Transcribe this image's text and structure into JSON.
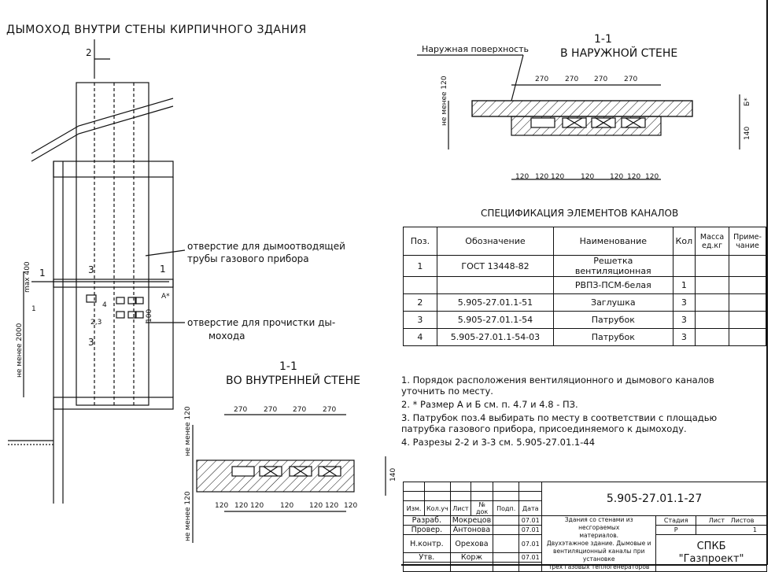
{
  "title": "ДЫМОХОД ВНУТРИ СТЕНЫ КИРПИЧНОГО ЗДАНИЯ",
  "elevation": {
    "section_mark_2": "2",
    "section_mark_1": "1",
    "section_mark_3": "3",
    "pos_4": "4",
    "pos_23": "2,3",
    "dim_max400": "max 400",
    "dim_min2000": "не менее 2000",
    "dim_a": "А*",
    "dim_100": "100",
    "label_flue_hole_1": "отверстие для дымоотводящей",
    "label_flue_hole_2": "трубы газового прибора",
    "label_clean_hole_1": "отверстие для прочистки ды-",
    "label_clean_hole_2": "мохода"
  },
  "section_outer": {
    "mark": "1-1",
    "title": "В НАРУЖНОЙ СТЕНЕ",
    "outer_surface": "Наружная поверхность",
    "dims_top": [
      "270",
      "270",
      "270",
      "270"
    ],
    "dims_bottom": [
      "120",
      "120",
      "120",
      "120",
      "120",
      "120",
      "120"
    ],
    "min120": "не менее 120",
    "dim_b": "Б*",
    "dim_140": "140"
  },
  "section_inner": {
    "mark": "1-1",
    "title": "ВО ВНУТРЕННЕЙ СТЕНЕ",
    "dims_top": [
      "270",
      "270",
      "270",
      "270"
    ],
    "dims_bottom": [
      "120",
      "120",
      "120",
      "120",
      "120",
      "120",
      "120"
    ],
    "min120_top": "не менее 120",
    "min120_bottom": "не менее 120",
    "dim_140": "140"
  },
  "spec": {
    "title": "СПЕЦИФИКАЦИЯ ЭЛЕМЕНТОВ КАНАЛОВ",
    "headers": [
      "Поз.",
      "Обозначение",
      "Наименование",
      "Кол",
      "Масса ед.кг",
      "Приме-чание"
    ],
    "rows": [
      [
        "1",
        "ГОСТ 13448-82",
        "Решетка вентиляционная",
        "",
        "",
        ""
      ],
      [
        "",
        "",
        "РВПЗ-ПСМ-белая",
        "1",
        "",
        ""
      ],
      [
        "2",
        "5.905-27.01.1-51",
        "Заглушка",
        "3",
        "",
        ""
      ],
      [
        "3",
        "5.905-27.01.1-54",
        "Патрубок",
        "3",
        "",
        ""
      ],
      [
        "4",
        "5.905-27.01.1-54-03",
        "Патрубок",
        "3",
        "",
        ""
      ]
    ]
  },
  "notes": [
    "1. Порядок расположения вентиляционного и дымового каналов уточнить по месту.",
    "2. * Размер А и Б см. п. 4.7 и 4.8 - ПЗ.",
    "3. Патрубок поз.4 выбирать по месту в соответствии с площадью патрубка газового прибора, присоединяемого к дымоходу.",
    "4. Разрезы 2-2 и 3-3 см. 5.905-27.01.1-44"
  ],
  "title_block": {
    "code": "5.905-27.01.1-27",
    "col_headers": [
      "Изм.",
      "Кол.уч",
      "Лист",
      "№ док",
      "Подп.",
      "Дата"
    ],
    "people": [
      {
        "role": "Разраб.",
        "name": "Мокрецов",
        "date": "07.01"
      },
      {
        "role": "Провер.",
        "name": "Антонова",
        "date": "07.01"
      },
      {
        "role": "Н.контр.",
        "name": "Орехова",
        "date": "07.01"
      },
      {
        "role": "Утв.",
        "name": "Корж",
        "date": "07.01"
      }
    ],
    "description": [
      "Здания со стенами из несгораемых",
      "материалов.",
      "Двухэтажное здание. Дымовые и",
      "вентиляционный каналы при установке",
      "трех газовых теплогенераторов"
    ],
    "stage_label": "Стадия",
    "sheet_label": "Лист",
    "sheets_label": "Листов",
    "stage": "Р",
    "sheets": "1",
    "org_1": "СПКБ",
    "org_2": "\"Газпроект\""
  }
}
